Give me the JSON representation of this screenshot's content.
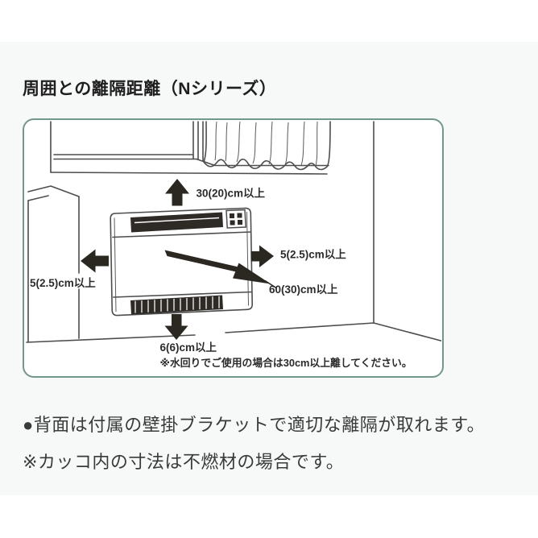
{
  "page": {
    "title": "周囲との離隔距離（Nシリーズ）"
  },
  "diagram": {
    "description_names": {
      "scene": "heater-below-window-clearance-diagram"
    },
    "labels": {
      "top_clearance": "30(20)cm以上",
      "left_clearance": "5(2.5)cm以上",
      "right_clearance": "5(2.5)cm以上",
      "front_clearance": "60(30)cm以上",
      "bottom_clearance": "6(6)cm以上",
      "water_note": "※水回りでご使用の場合は30cm以上離してください。"
    },
    "colors": {
      "frame_border_green": "#73988a",
      "line_art": "#4d4d4d",
      "arrow_black": "#2b2822",
      "band_background": "#f7f8f8"
    }
  },
  "notes": [
    {
      "text": "●背面は付属の壁掛ブラケットで適切な離隔が取れます。"
    },
    {
      "text": "※カッコ内の寸法は不燃材の場合です。"
    }
  ]
}
